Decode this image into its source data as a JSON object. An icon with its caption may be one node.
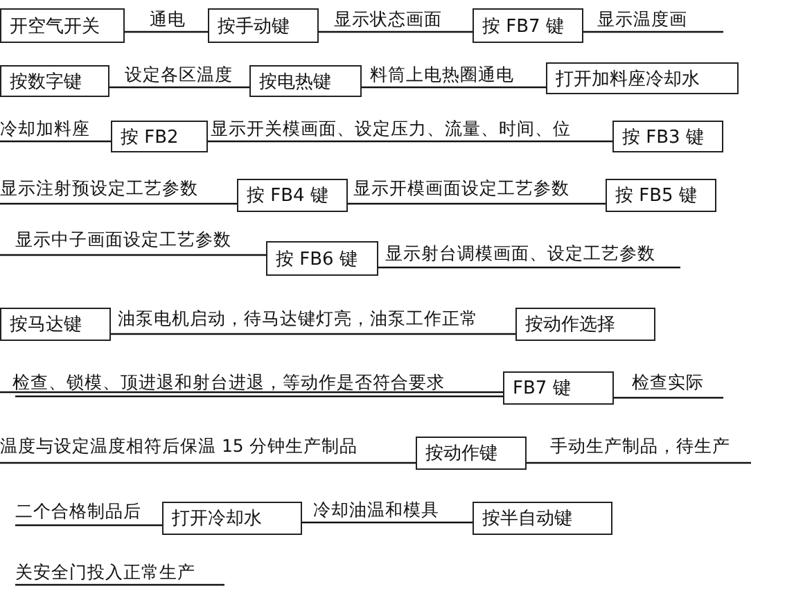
{
  "diagram": {
    "nodes": [
      {
        "text": [
          "开空气开关"
        ]
      },
      {
        "text": [
          "按手动键"
        ]
      },
      {
        "text": [
          "按 FB7 键"
        ]
      },
      {
        "text": [
          "按数字键"
        ]
      },
      {
        "text": [
          "按电热键"
        ]
      },
      {
        "text": [
          "打开加料座冷却水"
        ]
      },
      {
        "text": [
          "按 FB2"
        ]
      },
      {
        "text": [
          "按 FB3 键"
        ]
      },
      {
        "text": [
          "按 FB4 键"
        ]
      },
      {
        "text": [
          "按 FB5 键"
        ]
      },
      {
        "text": [
          "按 FB6 键"
        ]
      },
      {
        "text": [
          "按马达键"
        ]
      },
      {
        "text": [
          "按动作选择"
        ]
      },
      {
        "text": [
          "FB7 键"
        ]
      },
      {
        "text": [
          "按动作键"
        ]
      },
      {
        "text": [
          "打开冷却水"
        ]
      },
      {
        "text": [
          "按半自动键"
        ]
      }
    ],
    "edges": [
      {
        "from": 0,
        "to": 1,
        "arrow": "none",
        "label": "通电"
      },
      {
        "from": 1,
        "to": 2,
        "arrow": "none",
        "label": "显示状态画面"
      },
      {
        "from": 2,
        "to": null,
        "arrow": "none",
        "label": "显示温度画"
      },
      {
        "from": 3,
        "to": 4,
        "arrow": "none",
        "label": "设定各区温度"
      },
      {
        "from": 4,
        "to": 5,
        "arrow": "none",
        "label": "料筒上电热圈通电"
      },
      {
        "from": null,
        "to": 6,
        "arrow": "none",
        "label": "冷却加料座"
      },
      {
        "from": 6,
        "to": 7,
        "arrow": "none",
        "label": "显示开关模画面、设定压力、流量、时间、位"
      },
      {
        "from": null,
        "to": 8,
        "arrow": "none",
        "label": "显示注射预设定工艺参数"
      },
      {
        "from": 8,
        "to": 9,
        "arrow": "none",
        "label": "显示开模画面设定工艺参数"
      },
      {
        "from": null,
        "to": 10,
        "arrow": "none",
        "label": "显示中子画面设定工艺参数"
      },
      {
        "from": 10,
        "to": null,
        "arrow": "none",
        "label": "显示射台调模画面、设定工艺参数"
      },
      {
        "from": 11,
        "to": 12,
        "arrow": "none",
        "label": "油泵电机启动，待马达键灯亮，油泵工作正常"
      },
      {
        "from": null,
        "to": 13,
        "arrow": "none",
        "label": "检查、锁模、顶进退和射台进退，等动作是否符合要求"
      },
      {
        "from": 13,
        "to": null,
        "arrow": "none",
        "label": "检查实际"
      },
      {
        "from": null,
        "to": 14,
        "arrow": "none",
        "label": "温度与设定温度相符后保温 15 分钟生产制品"
      },
      {
        "from": 14,
        "to": null,
        "arrow": "none",
        "label": "手动生产制品，待生产"
      },
      {
        "from": null,
        "to": 15,
        "arrow": "none",
        "label": "二个合格制品后"
      },
      {
        "from": 15,
        "to": 16,
        "arrow": "none",
        "label": "冷却油温和模具"
      }
    ],
    "labels": [
      "关安全门投入正常生产"
    ]
  }
}
